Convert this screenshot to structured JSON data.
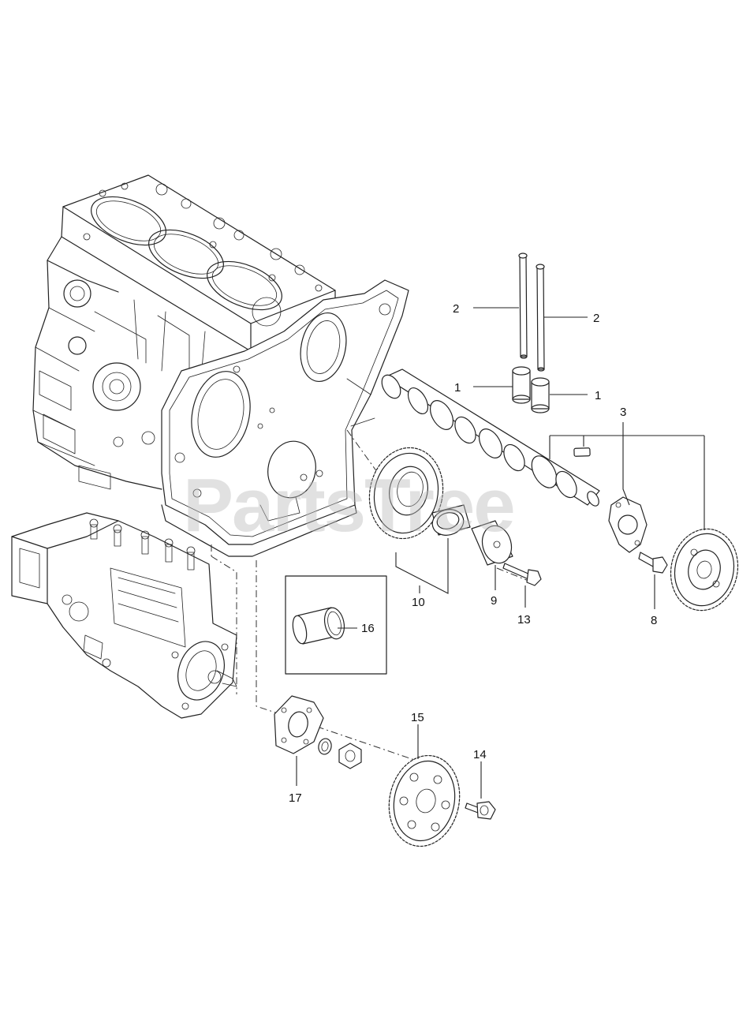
{
  "watermark": "PartsTree",
  "callouts": [
    {
      "id": "c2a",
      "label": "2"
    },
    {
      "id": "c2b",
      "label": "2"
    },
    {
      "id": "c1a",
      "label": "1"
    },
    {
      "id": "c1b",
      "label": "1"
    },
    {
      "id": "c3",
      "label": "3"
    },
    {
      "id": "c10",
      "label": "10"
    },
    {
      "id": "c9",
      "label": "9"
    },
    {
      "id": "c13",
      "label": "13"
    },
    {
      "id": "c8",
      "label": "8"
    },
    {
      "id": "c16",
      "label": "16"
    },
    {
      "id": "c15",
      "label": "15"
    },
    {
      "id": "c14",
      "label": "14"
    },
    {
      "id": "c17",
      "label": "17"
    }
  ]
}
